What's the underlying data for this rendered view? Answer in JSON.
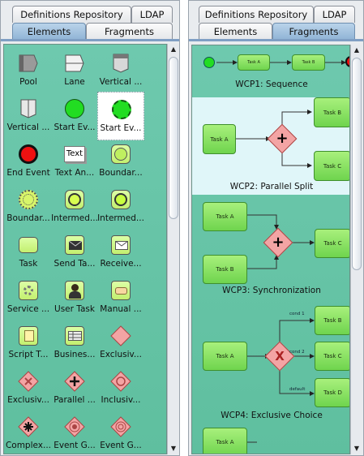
{
  "left": {
    "tabs_row1": [
      {
        "label": "Definitions Repository",
        "active": false
      },
      {
        "label": "LDAP",
        "active": false
      }
    ],
    "tabs_row2": [
      {
        "label": "Elements",
        "active": true
      },
      {
        "label": "Fragments",
        "active": false
      }
    ],
    "elements": [
      {
        "label": "Pool",
        "icon": "pool-icon"
      },
      {
        "label": "Lane",
        "icon": "lane-icon"
      },
      {
        "label": "Vertical ...",
        "icon": "vertical-pool-icon"
      },
      {
        "label": "Vertical ...",
        "icon": "vertical-lane-icon"
      },
      {
        "label": "Start Ev...",
        "icon": "start-event-icon"
      },
      {
        "label": "Start Ev...",
        "icon": "start-event-dashed-icon",
        "selected": true
      },
      {
        "label": "End Event",
        "icon": "end-event-icon"
      },
      {
        "label": "Text An...",
        "icon": "text-annotation-icon",
        "icon_text": "Text"
      },
      {
        "label": "Boundar...",
        "icon": "boundary-event-icon"
      },
      {
        "label": "Boundar...",
        "icon": "boundary-event-dashed-icon"
      },
      {
        "label": "Intermed...",
        "icon": "intermediate-event-icon"
      },
      {
        "label": "Intermed...",
        "icon": "intermediate-event-alt-icon"
      },
      {
        "label": "Task",
        "icon": "task-icon"
      },
      {
        "label": "Send Ta...",
        "icon": "send-task-icon"
      },
      {
        "label": "Receive...",
        "icon": "receive-task-icon"
      },
      {
        "label": "Service ...",
        "icon": "service-task-icon"
      },
      {
        "label": "User Task",
        "icon": "user-task-icon"
      },
      {
        "label": "Manual ...",
        "icon": "manual-task-icon"
      },
      {
        "label": "Script T...",
        "icon": "script-task-icon"
      },
      {
        "label": "Busines...",
        "icon": "business-rule-task-icon"
      },
      {
        "label": "Exclusiv...",
        "icon": "exclusive-gateway-icon"
      },
      {
        "label": "Exclusiv...",
        "icon": "exclusive-gateway-x-icon"
      },
      {
        "label": "Parallel ...",
        "icon": "parallel-gateway-icon"
      },
      {
        "label": "Inclusiv...",
        "icon": "inclusive-gateway-icon"
      },
      {
        "label": "Complex...",
        "icon": "complex-gateway-icon"
      },
      {
        "label": "Event G...",
        "icon": "event-gateway-icon"
      },
      {
        "label": "Event G...",
        "icon": "event-gateway-alt-icon"
      }
    ]
  },
  "right": {
    "tabs_row1": [
      {
        "label": "Definitions Repository",
        "active": false
      },
      {
        "label": "LDAP",
        "active": false
      }
    ],
    "tabs_row2": [
      {
        "label": "Elements",
        "active": false
      },
      {
        "label": "Fragments",
        "active": true
      }
    ],
    "patterns": [
      {
        "title": "WCP1: Sequence",
        "tasks": [
          "Task A",
          "Task B"
        ]
      },
      {
        "title": "WCP2: Parallel Split",
        "tasks": [
          "Task A",
          "Task B",
          "Task C"
        ],
        "gateway": "+",
        "highlighted": true
      },
      {
        "title": "WCP3: Synchronization",
        "tasks": [
          "Task A",
          "Task B",
          "Task C"
        ],
        "gateway": "+"
      },
      {
        "title": "WCP4: Exclusive Choice",
        "tasks": [
          "Task A",
          "Task B",
          "Task C",
          "Task D"
        ],
        "gateway": "X",
        "conditions": [
          "cond 1",
          "cond 2",
          "default"
        ]
      },
      {
        "title": "",
        "tasks": [
          "Task A"
        ]
      }
    ]
  },
  "colors": {
    "panel_bg": "#6ec9ae",
    "task_fill": "#86e05e",
    "start_event": "#22dd22",
    "end_event": "#ee1111",
    "gateway_fill": "#f3a4a4"
  }
}
